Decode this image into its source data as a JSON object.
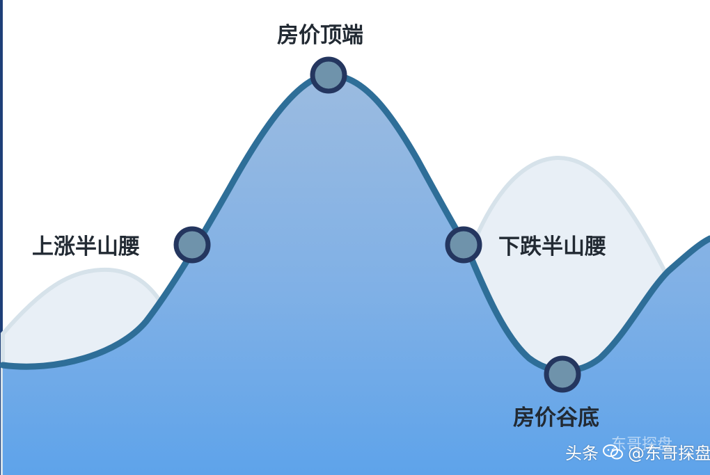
{
  "diagram": {
    "labels": {
      "top": "房价顶端",
      "rising_mid": "上涨半山腰",
      "falling_mid": "下跌半山腰",
      "bottom": "房价谷底"
    },
    "colors": {
      "curve": "#2e6e98",
      "fill_top": "#9bbbe0",
      "fill_bottom": "#5ea3ea",
      "background_hill": "#e8eff6",
      "node_fill": "#6f93ab",
      "node_stroke": "#24365f",
      "text": "#222a33"
    }
  },
  "watermark": {
    "source": "头条",
    "handle": "@东哥探盘",
    "faint": "东哥探盘",
    "icon": "wechat-icon"
  }
}
